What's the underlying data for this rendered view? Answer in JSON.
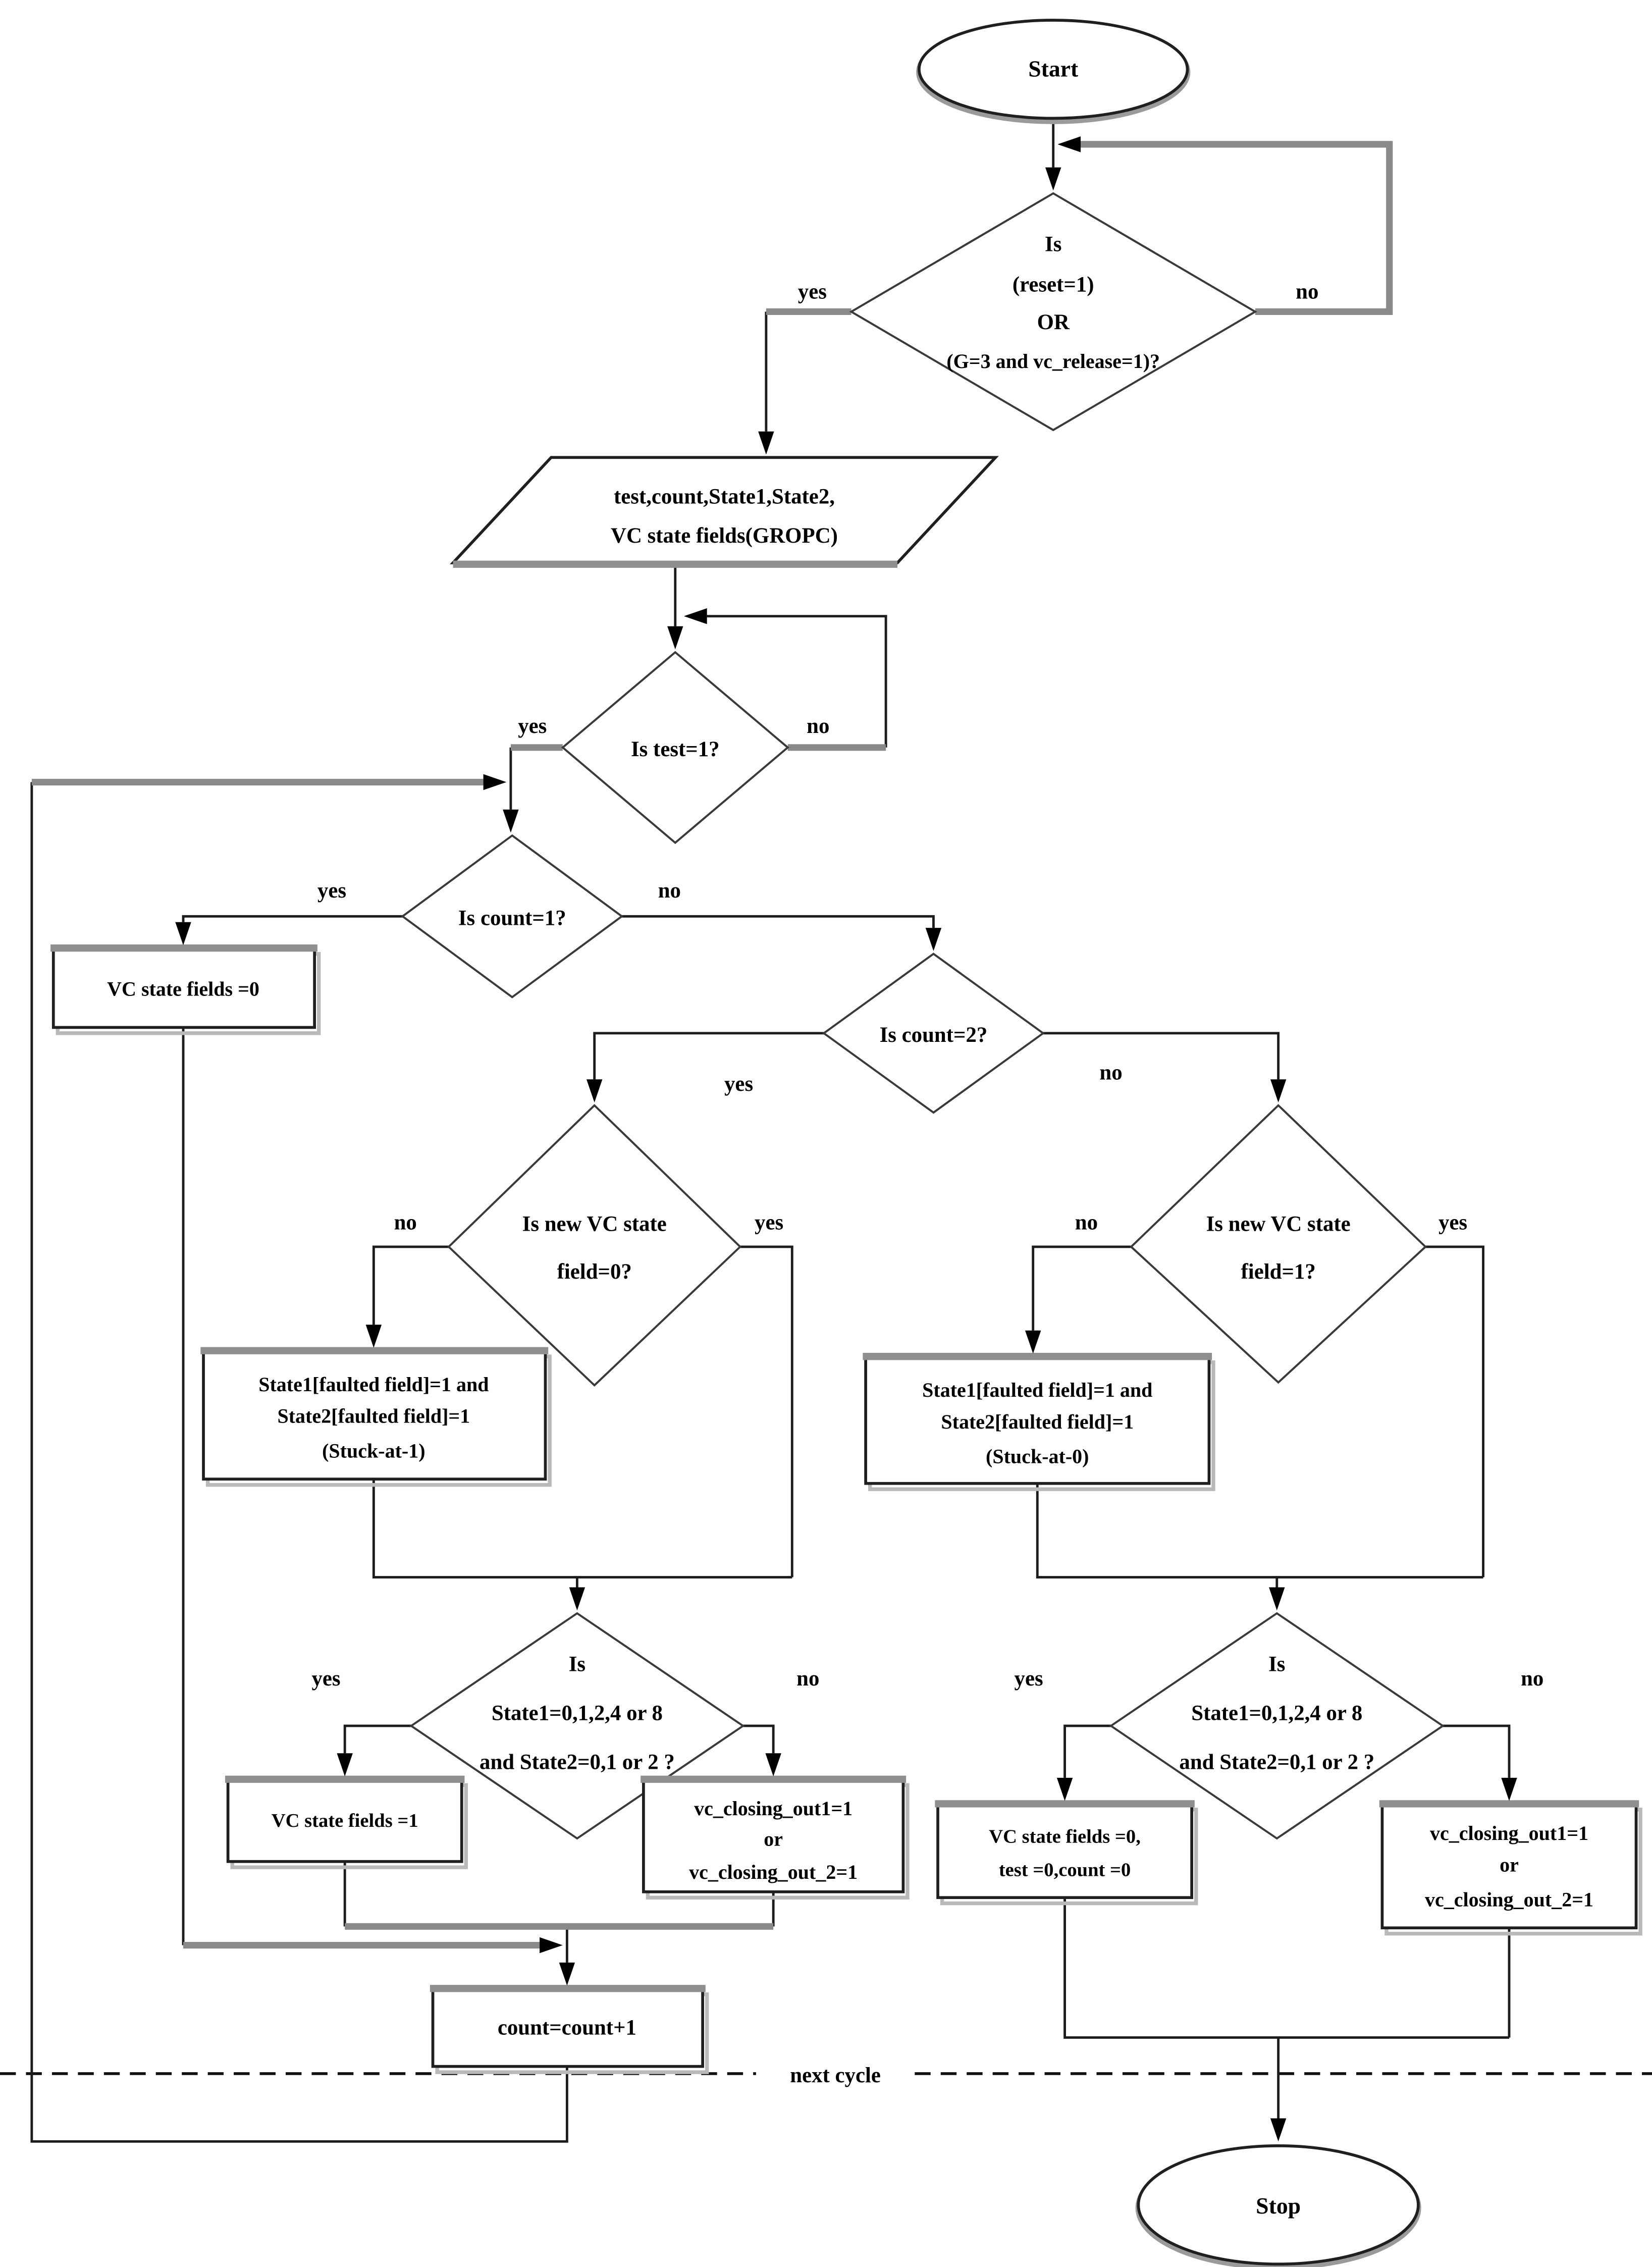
{
  "labels": {
    "yes": "yes",
    "no": "no",
    "next_cycle": "next cycle"
  },
  "colors": {
    "background": "#ffffff",
    "line": "#1c1c1c",
    "connector_gray": "#8a8a8a",
    "box_shadow_gray": "#9b9b9b",
    "text": "#000000"
  },
  "nodes": {
    "start": {
      "label": "Start"
    },
    "d_reset": {
      "line1": "Is",
      "line2": "(reset=1)",
      "line3": "OR",
      "line4": "(G=3 and vc_release=1)?"
    },
    "p_inputs": {
      "line1": "test,count,State1,State2,",
      "line2": "VC state fields(GROPC)"
    },
    "d_test": {
      "label": "Is test=1?"
    },
    "d_count1": {
      "label": "Is count=1?"
    },
    "b_vcfields0": {
      "label": "VC state fields =0"
    },
    "d_count2": {
      "label": "Is count=2?"
    },
    "d_newvc_left": {
      "line1": "Is new VC state",
      "line2": "field=0?"
    },
    "b_stuckat1": {
      "line1": "State1[faulted field]=1 and",
      "line2": "State2[faulted field]=1",
      "line3": "(Stuck-at-1)"
    },
    "d_newvc_right": {
      "line1": "Is new VC state",
      "line2": "field=1?"
    },
    "b_stuckat0": {
      "line1": "State1[faulted field]=1 and",
      "line2": "State2[faulted field]=1",
      "line3": "(Stuck-at-0)"
    },
    "d_state_left": {
      "line1": "Is",
      "line2": "State1=0,1,2,4 or 8",
      "line3": "and State2=0,1 or 2 ?"
    },
    "b_vcfields1": {
      "label": "VC state fields =1"
    },
    "b_closing_left": {
      "line1": "vc_closing_out1=1",
      "line2": "or",
      "line3": "vc_closing_out_2=1"
    },
    "d_state_right": {
      "line1": "Is",
      "line2": "State1=0,1,2,4 or 8",
      "line3": "and State2=0,1 or 2 ?"
    },
    "b_vcreset": {
      "line1": "VC state fields =0,",
      "line2": "test =0,count =0"
    },
    "b_closing_right": {
      "line1": "vc_closing_out1=1",
      "line2": "or",
      "line3": "vc_closing_out_2=1"
    },
    "b_increment": {
      "label": "count=count+1"
    },
    "stop": {
      "label": "Stop"
    }
  }
}
